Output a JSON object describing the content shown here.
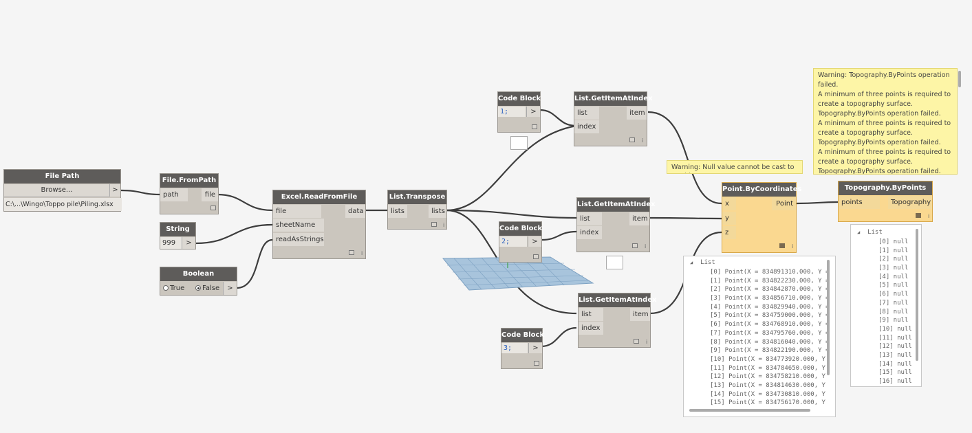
{
  "nodes": {
    "file_path": {
      "title": "File Path",
      "browse": "Browse...",
      "arrow": ">",
      "value": "C:\\...\\Wingo\\Toppo pile\\Piling.xlsx"
    },
    "file_from_path": {
      "title": "File.FromPath",
      "in": "path",
      "out": "file"
    },
    "string": {
      "title": "String",
      "value": "999",
      "arrow": ">"
    },
    "boolean": {
      "title": "Boolean",
      "true_label": "True",
      "false_label": "False",
      "selected": "False",
      "arrow": ">"
    },
    "excel": {
      "title": "Excel.ReadFromFile",
      "in1": "file",
      "in2": "sheetName",
      "in3": "readAsStrings",
      "out": "data"
    },
    "transpose": {
      "title": "List.Transpose",
      "in": "lists",
      "out": "lists"
    },
    "cb1": {
      "title": "Code Block",
      "code": "1;",
      "arrow": ">"
    },
    "cb2": {
      "title": "Code Block",
      "code": "2;",
      "arrow": ">"
    },
    "cb3": {
      "title": "Code Block",
      "code": "3;",
      "arrow": ">"
    },
    "gia1": {
      "title": "List.GetItemAtIndex",
      "in1": "list",
      "in2": "index",
      "out": "item"
    },
    "gia2": {
      "title": "List.GetItemAtIndex",
      "in1": "list",
      "in2": "index",
      "out": "item"
    },
    "gia3": {
      "title": "List.GetItemAtIndex",
      "in1": "list",
      "in2": "index",
      "out": "item"
    },
    "point": {
      "title": "Point.ByCoordinates",
      "in1": "x",
      "in2": "y",
      "in3": "z",
      "out": "Point"
    },
    "topo": {
      "title": "Topography.ByPoints",
      "in": "points",
      "out": "Topography"
    }
  },
  "warnings": {
    "point": "Warning: Null value cannot be cast to Double",
    "topo": [
      "Warning: Topography.ByPoints operation",
      "failed.",
      "A minimum of three points is required to",
      "create a topography surface.",
      "Topography.ByPoints operation failed.",
      "A minimum of three points is required to",
      "create a topography surface.",
      "Topography.ByPoints operation failed.",
      "A minimum of three points is required to",
      "create a topography surface.",
      "Topography.ByPoints operation failed."
    ]
  },
  "point_preview": {
    "header": "List",
    "rows": [
      "[0] Point(X = 834891310.000, Y =",
      "[1] Point(X = 834822230.000, Y =",
      "[2] Point(X = 834842870.000, Y =",
      "[3] Point(X = 834856710.000, Y =",
      "[4] Point(X = 834829940.000, Y =",
      "[5] Point(X = 834759000.000, Y =",
      "[6] Point(X = 834768910.000, Y =",
      "[7] Point(X = 834795760.000, Y =",
      "[8] Point(X = 834816040.000, Y =",
      "[9] Point(X = 834822190.000, Y =",
      "[10] Point(X = 834773920.000, Y",
      "[11] Point(X = 834784650.000, Y",
      "[12] Point(X = 834758210.000, Y",
      "[13] Point(X = 834814630.000, Y",
      "[14] Point(X = 834730810.000, Y",
      "[15] Point(X = 834756170.000, Y"
    ]
  },
  "topo_preview": {
    "header": "List",
    "rows": [
      "[0] null",
      "[1] null",
      "[2] null",
      "[3] null",
      "[4] null",
      "[5] null",
      "[6] null",
      "[7] null",
      "[8] null",
      "[9] null",
      "[10] null",
      "[11] null",
      "[12] null",
      "[13] null",
      "[14] null",
      "[15] null",
      "[16] null"
    ]
  },
  "colors": {
    "canvas": "#f5f5f5",
    "node_body": "#cbc6be",
    "node_header": "#5e5c5a",
    "selected_node": "#fad890",
    "wire": "#3d3d3d",
    "tooltip": "#fdf5a6",
    "mesh": "#9bbad6"
  }
}
